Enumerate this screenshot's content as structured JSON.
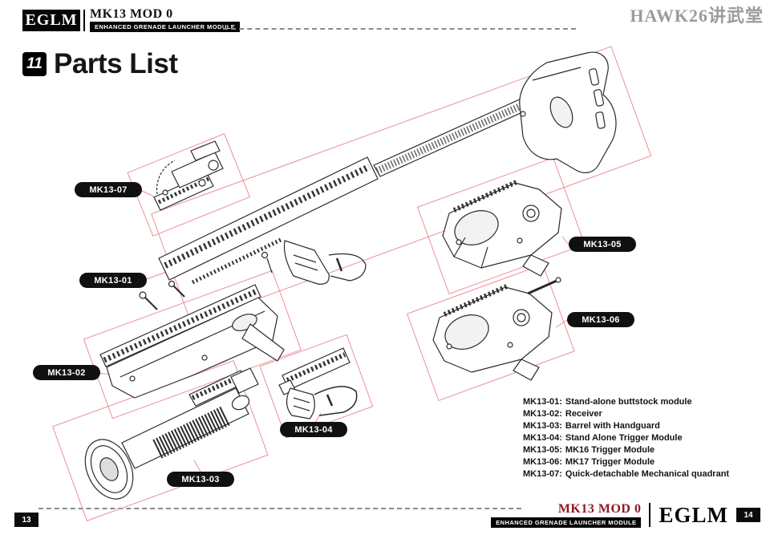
{
  "header": {
    "logo": "EGLM",
    "model": "MK13 MOD 0",
    "module": "ENHANCED GRENADE LAUNCHER MODULE",
    "watermark": "HAWK26讲武堂"
  },
  "title": {
    "index": "11",
    "label": "Parts List"
  },
  "diagram": {
    "labels": [
      {
        "text": "MK13-07"
      },
      {
        "text": "MK13-01"
      },
      {
        "text": "MK13-02"
      },
      {
        "text": "MK13-03"
      },
      {
        "text": "MK13-04"
      },
      {
        "text": "MK13-05"
      },
      {
        "text": "MK13-06"
      }
    ]
  },
  "parts_list": [
    {
      "code": "MK13-01:",
      "desc": "Stand-alone buttstock module"
    },
    {
      "code": "MK13-02:",
      "desc": "Receiver"
    },
    {
      "code": "MK13-03:",
      "desc": "Barrel with Handguard"
    },
    {
      "code": "MK13-04:",
      "desc": "Stand Alone Trigger Module"
    },
    {
      "code": "MK13-05:",
      "desc": "MK16 Trigger Module"
    },
    {
      "code": "MK13-06:",
      "desc": "MK17 Trigger Module"
    },
    {
      "code": "MK13-07:",
      "desc": "Quick-detachable Mechanical quadrant"
    }
  ],
  "footer": {
    "page_left": "13",
    "page_right": "14",
    "model": "MK13 MOD 0",
    "module": "ENHANCED GRENADE LAUNCHER MODULE",
    "logo": "EGLM"
  },
  "colors": {
    "accent_pink": "#ec8f96",
    "label_bg": "#101010",
    "watermark_gray": "#9b9b9b",
    "footer_model_red": "#8e1b22"
  }
}
